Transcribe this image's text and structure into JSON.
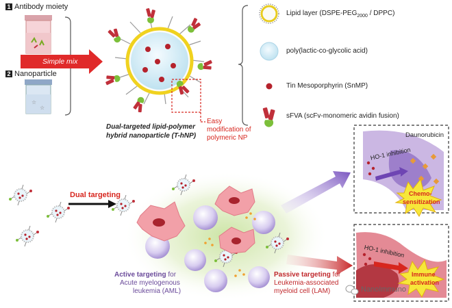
{
  "steps": {
    "one_num": "1",
    "one_label": "Antibody moiety",
    "two_num": "2",
    "two_label": "Nanoparticle",
    "mix_label": "Simple mix"
  },
  "nanoparticle": {
    "caption_line1": "Dual-targeted lipid-polymer",
    "caption_line2": "hybrid nanoparticle (T-hNP)",
    "modification_line1": "Easy",
    "modification_line2": "modification of",
    "modification_line3": "polymeric NP"
  },
  "legend": {
    "lipid": "Lipid layer (DSPE-PEG",
    "lipid_sub": "2000",
    "lipid_tail": " / DPPC)",
    "plga": "poly(lactic-co-glycolic acid)",
    "snmp": "Tin Mesoporphyrin (SnMP)",
    "sfva": "sFVA (scFv-monomeric avidin fusion)"
  },
  "lower": {
    "dual_targeting": "Dual targeting",
    "active_bold": "Active targeting",
    "active_for": " for",
    "active_line2": "Acute myelogenous",
    "active_line3": "leukemia (AML)",
    "passive_bold": "Passive targeting",
    "passive_for": " for",
    "passive_line2": "Leukemia-associated",
    "passive_line3": "myeloid cell (LAM)"
  },
  "top_box": {
    "daunorubicin": "Daunorubicin",
    "inhibition": "HO-1 inhibition",
    "burst_line1": "Chemo-",
    "burst_line2": "sensitization"
  },
  "bottom_box": {
    "inhibition": "HO-1 inhibition",
    "burst_line1": "Immune",
    "burst_line2": "activation"
  },
  "watermark": "NanoImmuno",
  "colors": {
    "accent_red": "#d7261e",
    "purple_text": "#6a4a9a",
    "burst_fill": "#f7e73a",
    "box_border": "#333333"
  }
}
